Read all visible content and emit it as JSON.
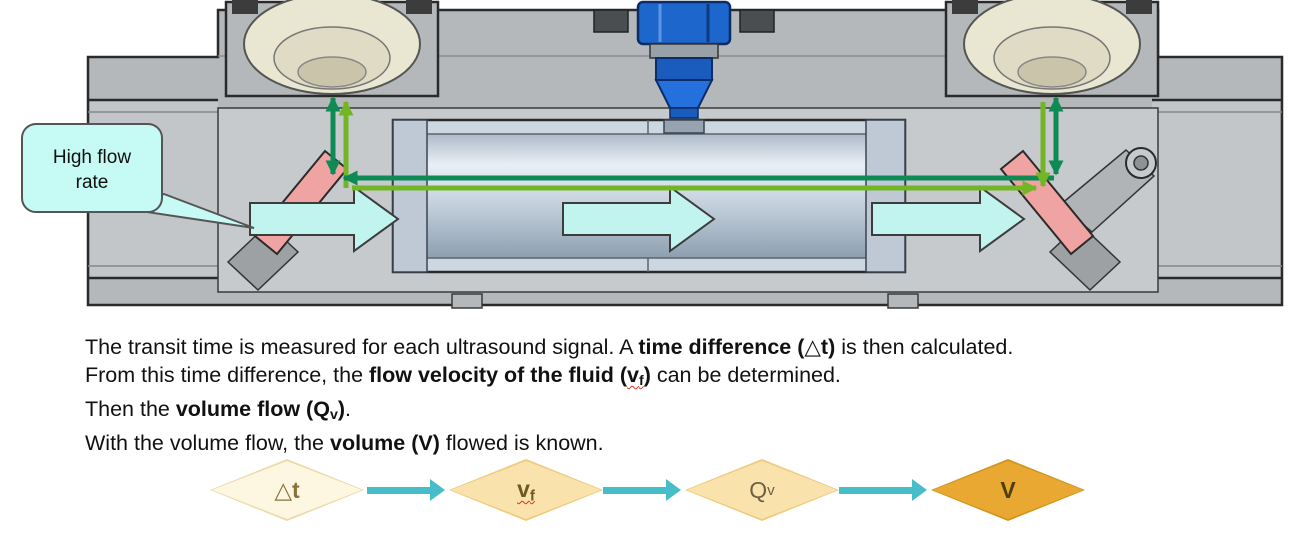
{
  "diagram": {
    "callout": {
      "line1": "High flow",
      "line2": "rate"
    },
    "colors": {
      "flow_arrow_fill": "#c2f4ef",
      "signal_dark_green": "#0e8a55",
      "signal_bright_green": "#72b626",
      "mirror_pink": "#f0a3a3",
      "sensor_blue": "#1c66cc",
      "callout_fill": "#c6faf4"
    }
  },
  "explanation": {
    "line1": {
      "t1": "The transit time is measured for each ultrasound signal. A ",
      "b1": "time difference (△t)",
      "t2": " is then calculated."
    },
    "line2": {
      "t1": "From this time difference, the ",
      "b1": "flow velocity of the fluid (",
      "vq": "v",
      "vsub": "f",
      "b2": ")",
      "t2": " can be determined."
    },
    "line3": {
      "t1": "Then the ",
      "b1": "volume flow (Q",
      "bsub": "v",
      "b2": ")",
      "t2": "."
    },
    "line4": {
      "t1": "With the volume flow, the ",
      "b1": "volume (V)",
      "t2": " flowed is known."
    }
  },
  "flowchart": {
    "arrow_color": "#47bdca",
    "nodes": [
      {
        "main": "△t",
        "sub": "",
        "fill": "#fdf6e1",
        "border": "#ebd9a6",
        "text_color": "#8a7238"
      },
      {
        "main": "v",
        "sub": "f",
        "fill": "#fae2ac",
        "border": "#eeca7c",
        "text_color": "#6b5a26"
      },
      {
        "main": "Q",
        "sub": "v",
        "fill": "#fae2ac",
        "border": "#eeca7c",
        "text_color": "#6e6044"
      },
      {
        "main": "V",
        "sub": "",
        "fill": "#e9a832",
        "border": "#d4931c",
        "text_color": "#4f3f10"
      }
    ]
  }
}
